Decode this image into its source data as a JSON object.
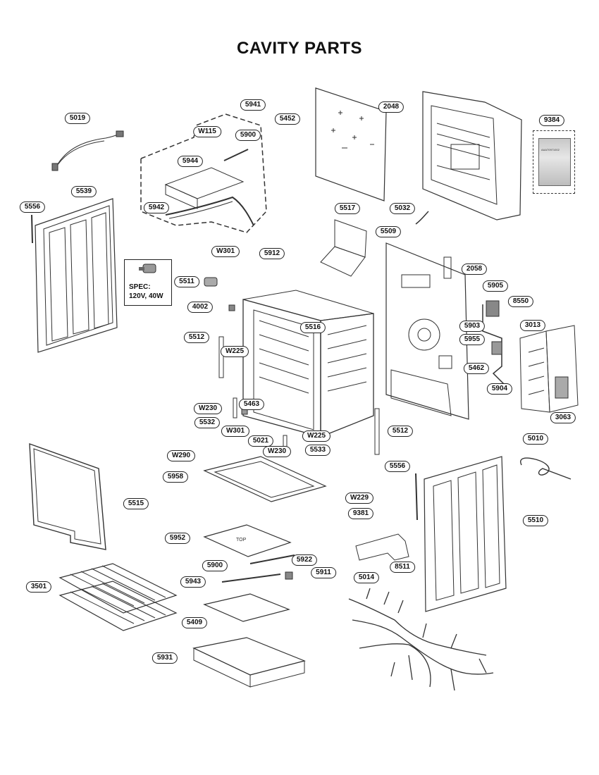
{
  "title": "CAVITY PARTS",
  "spec_box": {
    "heading": "SPEC:",
    "value": "120V, 40W"
  },
  "bag_label": "AAA70971002",
  "callouts": [
    "5019",
    "5941",
    "W115",
    "5900",
    "5944",
    "5942",
    "5452",
    "2048",
    "9384",
    "5539",
    "5556",
    "W301",
    "5912",
    "5517",
    "5032",
    "5509",
    "2058",
    "5511",
    "4002",
    "5516",
    "5905",
    "8550",
    "5903",
    "3013",
    "5955",
    "5462",
    "5904",
    "5512",
    "W225",
    "3063",
    "W230",
    "5463",
    "5532",
    "W301",
    "5021",
    "W225",
    "5512",
    "W230",
    "5533",
    "W290",
    "5010",
    "5958",
    "5556",
    "5515",
    "W229",
    "9381",
    "5510",
    "5952",
    "8511",
    "5900",
    "5922",
    "5911",
    "5014",
    "5943",
    "3501",
    "5409",
    "5931"
  ]
}
